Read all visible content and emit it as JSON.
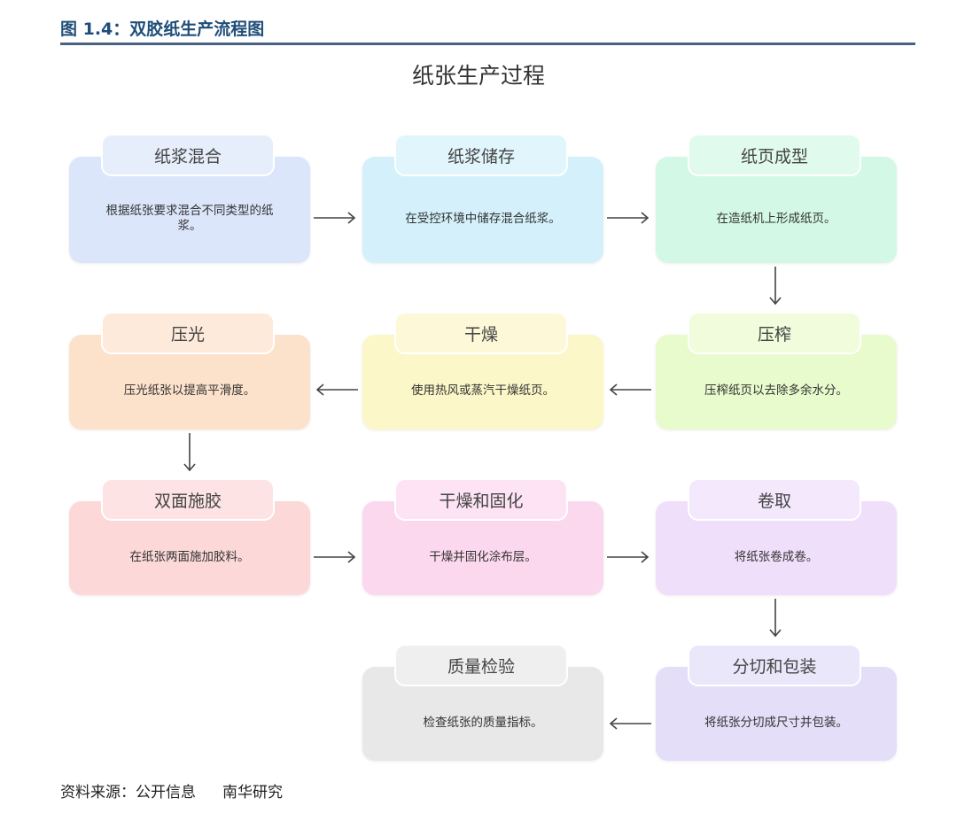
{
  "figure_title": "图 1.4：双胶纸生产流程图",
  "diagram_title": "纸张生产过程",
  "steps": [
    {
      "title": "纸浆混合",
      "desc": "根据纸张要求混合不同类型的纸浆。",
      "fill": "#dbe6fb",
      "tab": "#e6eefc"
    },
    {
      "title": "纸浆储存",
      "desc": "在受控环境中储存混合纸浆。",
      "fill": "#d3f0fb",
      "tab": "#e0f5fc"
    },
    {
      "title": "纸页成型",
      "desc": "在造纸机上形成纸页。",
      "fill": "#d3f8e6",
      "tab": "#e0faed"
    },
    {
      "title": "压榨",
      "desc": "压榨纸页以去除多余水分。",
      "fill": "#e8fbcc",
      "tab": "#f0fcdc"
    },
    {
      "title": "干燥",
      "desc": "使用热风或蒸汽干燥纸页。",
      "fill": "#fcf7c8",
      "tab": "#fdf9d8"
    },
    {
      "title": "压光",
      "desc": "压光纸张以提高平滑度。",
      "fill": "#fde2cb",
      "tab": "#fdeadb"
    },
    {
      "title": "双面施胶",
      "desc": "在纸张两面施加胶料。",
      "fill": "#fcd8d8",
      "tab": "#fde3e3"
    },
    {
      "title": "干燥和固化",
      "desc": "干燥并固化涂布层。",
      "fill": "#fcd8ee",
      "tab": "#fde3f3"
    },
    {
      "title": "卷取",
      "desc": "将纸张卷成卷。",
      "fill": "#f0dffb",
      "tab": "#f4e8fc"
    },
    {
      "title": "分切和包装",
      "desc": "将纸张分切成尺寸并包装。",
      "fill": "#e4def9",
      "tab": "#ebe7fb"
    },
    {
      "title": "质量检验",
      "desc": "检查纸张的质量指标。",
      "fill": "#e8e8e8",
      "tab": "#efefef"
    }
  ],
  "source_label": "资料来源：公开信息",
  "source_org": "南华研究"
}
